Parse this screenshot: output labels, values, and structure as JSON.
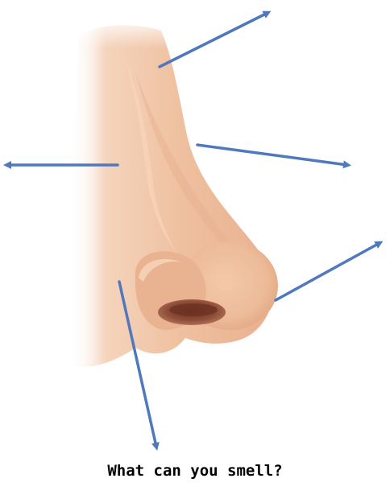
{
  "caption": "What can you smell?",
  "colors": {
    "arrow": "#4f78bd",
    "skin_light": "#f7dcc6",
    "skin_mid": "#f0c3a1",
    "skin_shadow": "#dca484",
    "nostril": "#9a5a44",
    "background": "#ffffff"
  },
  "illustration": {
    "subject": "nose",
    "arrow_count": 5
  }
}
